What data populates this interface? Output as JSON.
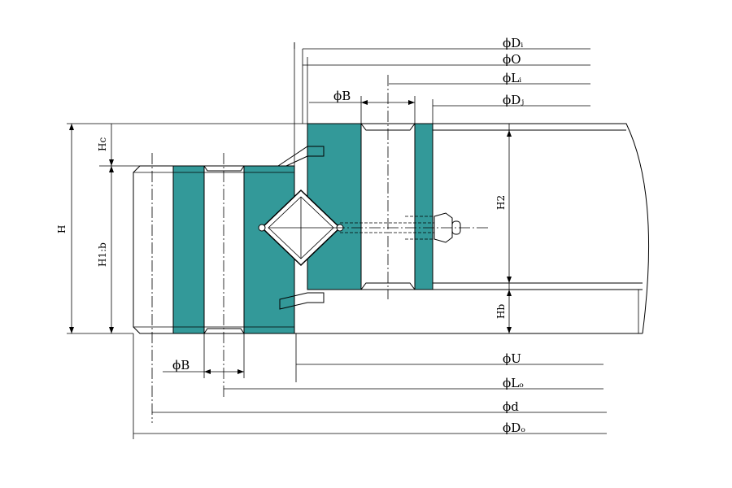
{
  "colors": {
    "ring": "#339999",
    "line": "#000000"
  },
  "labels": {
    "phi_Di_top": "ϕDᵢ",
    "phi_O": "ϕO",
    "phi_Li": "ϕLᵢ",
    "phi_Dj": "ϕDⱼ",
    "phi_B_top": "ϕB",
    "phi_B_bottom": "ϕB",
    "phi_U": "ϕU",
    "phi_Lo": "ϕLₒ",
    "phi_d": "ϕd",
    "phi_Do": "ϕDₒ",
    "H": "H",
    "Hc": "Hc",
    "H1b": "H1:b",
    "H2": "H2",
    "Hb": "Hb"
  }
}
